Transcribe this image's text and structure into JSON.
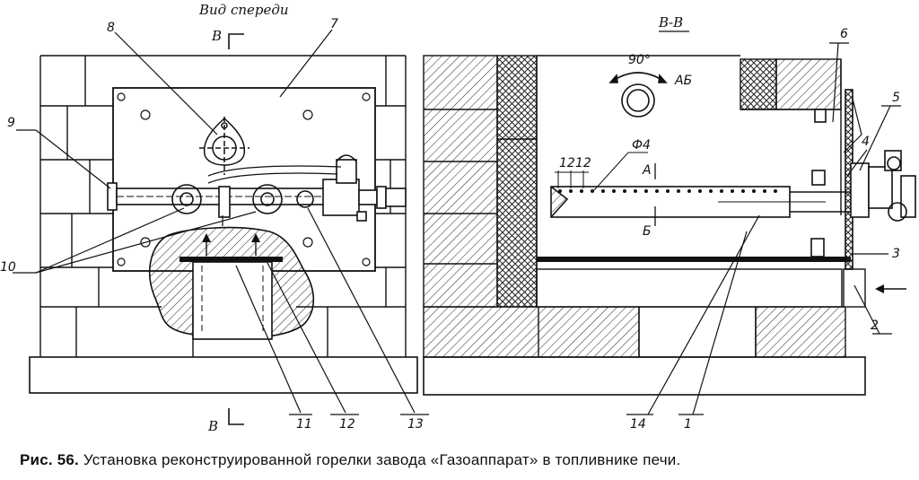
{
  "view_labels": {
    "front_view": "Вид спереди",
    "section": "В-В",
    "section_mark_top": "В",
    "section_mark_bottom": "В"
  },
  "dimensions": {
    "angle": "90°",
    "ab": "АБ",
    "dia": "Ф4",
    "pitch_1": "12",
    "pitch_2": "12",
    "a": "А",
    "b": "Б"
  },
  "callouts": {
    "c1": "1",
    "c2": "2",
    "c3": "3",
    "c4": "4",
    "c5": "5",
    "c6": "6",
    "c7": "7",
    "c8": "8",
    "c9": "9",
    "c10": "10",
    "c11": "11",
    "c12": "12",
    "c13": "13",
    "c14": "14"
  },
  "caption": {
    "label": "Рис. 56.",
    "text": "Установка реконструированной горелки завода «Газоаппарат» в топливнике печи."
  }
}
